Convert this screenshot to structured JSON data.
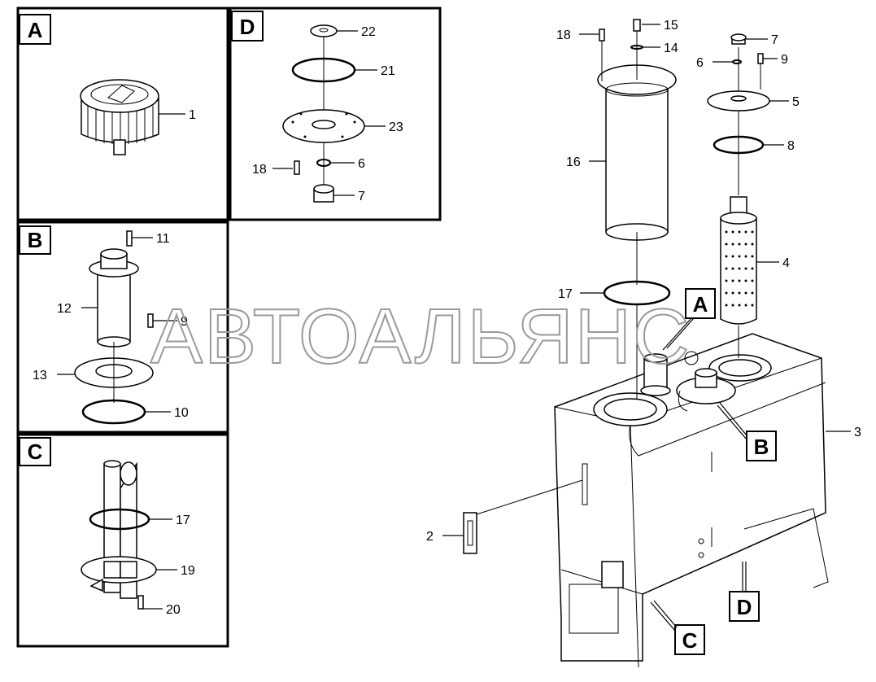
{
  "panels": [
    {
      "letter": "A"
    },
    {
      "letter": "D"
    },
    {
      "letter": "B"
    },
    {
      "letter": "C"
    }
  ],
  "callouts": {
    "a1": "1",
    "d22": "22",
    "d21": "21",
    "d23": "23",
    "d18": "18",
    "d6": "6",
    "d7": "7",
    "b11": "11",
    "b12": "12",
    "b9": "9",
    "b13": "13",
    "b10": "10",
    "c17": "17",
    "c19": "19",
    "c20": "20",
    "m18": "18",
    "m15": "15",
    "m14": "14",
    "m7": "7",
    "m6": "6",
    "m9": "9",
    "m5": "5",
    "m8": "8",
    "m16": "16",
    "m4": "4",
    "m17": "17",
    "m3": "3",
    "m2": "2"
  },
  "main_tags": {
    "a": "A",
    "b": "B",
    "c": "C",
    "d": "D"
  },
  "watermark": "АВТОАЛЬЯНС"
}
